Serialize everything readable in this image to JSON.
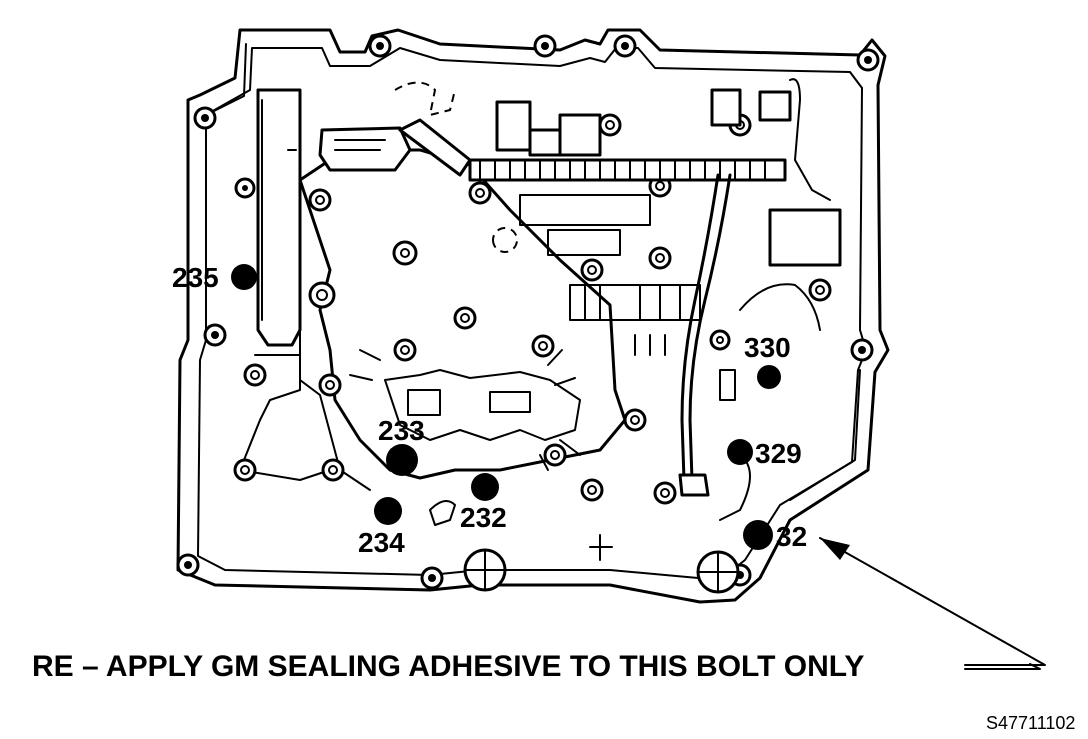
{
  "callouts": {
    "c235": "235",
    "c330": "330",
    "c233": "233",
    "c329": "329",
    "c232": "232",
    "c234": "234",
    "c32": "32"
  },
  "instruction": "RE – APPLY GM SEALING ADHESIVE TO THIS BOLT ONLY",
  "figure_id": "S47711102",
  "colors": {
    "ink": "#000000",
    "paper": "#ffffff"
  }
}
